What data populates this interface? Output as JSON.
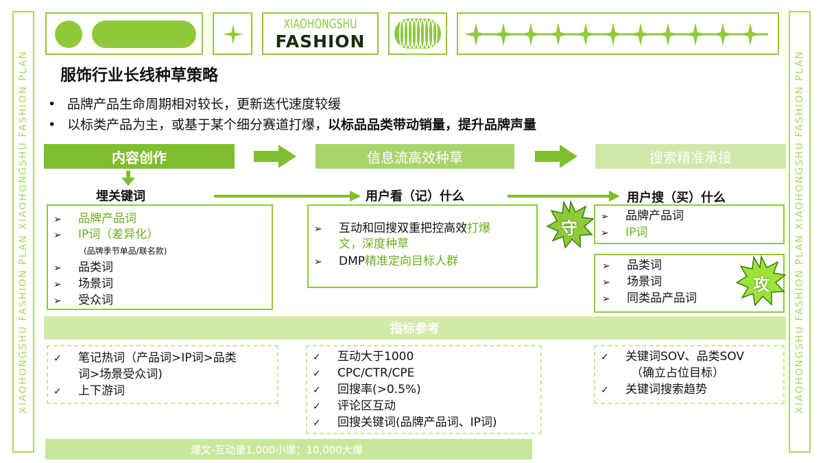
{
  "side": {
    "left_text": "XIAOHONGSHU FASHION PLAN XIAOHONGSHU FASHION PLAN",
    "right_text": "XIAOHONGSHU FASHION PLAN XIAOHONGSHU FASHION PLAN"
  },
  "header": {
    "logo_top": "XIAOHONGSHU",
    "logo_bottom": "FASHION"
  },
  "title": "服饰行业长线种草策略",
  "bullets": [
    {
      "marker": "•",
      "text": "品牌产品生命周期相对较长，更新迭代速度较缓"
    },
    {
      "marker": "•",
      "text_normal": "以标类产品为主，或基于某个细分赛道打爆，",
      "text_bold": "以标品品类带动销量，提升品牌声量"
    }
  ],
  "stages": [
    "内容创作",
    "信息流高效种草",
    "搜索精准承接"
  ],
  "subheads": [
    "埋关键词",
    "用户看（记）什么",
    "用户搜（买）什么"
  ],
  "col1_items": [
    {
      "marker": "➢",
      "text": "品牌产品词"
    },
    {
      "marker": "➢",
      "text_a": "IP词",
      "text_b": "（差异化）"
    },
    {
      "marker": "",
      "text": "(品牌季节单品/联名款)"
    },
    {
      "marker": "➢",
      "text": "品类词"
    },
    {
      "marker": "➢",
      "text": "场景词"
    },
    {
      "marker": "➢",
      "text": "受众词"
    }
  ],
  "col2_items": [
    {
      "marker": "➢",
      "text_a": "互动和回搜双重把控高效",
      "text_b": "打爆",
      "text_c": "文，深度种草"
    },
    {
      "marker": "➢",
      "text_a": "DMP",
      "text_b": "精准定向目标人群"
    }
  ],
  "col3_top_items": [
    {
      "marker": "➢",
      "text": "品牌产品词"
    },
    {
      "marker": "➢",
      "text": "IP词"
    }
  ],
  "col3_bottom_items": [
    {
      "marker": "➢",
      "text": "品类词"
    },
    {
      "marker": "➢",
      "text": "场景词"
    },
    {
      "marker": "➢",
      "text": "同类品产品词"
    }
  ],
  "badges": {
    "defend": "守",
    "attack": "攻"
  },
  "metrics_bar": "指标参考",
  "metric1": [
    {
      "marker": "✓",
      "text": "笔记热词（产品词>IP词>品类"
    },
    {
      "marker": "",
      "text": "词>场景受众词)"
    },
    {
      "marker": "✓",
      "text": "上下游词"
    }
  ],
  "metric2": [
    {
      "marker": "✓",
      "text": "互动大于1000"
    },
    {
      "marker": "✓",
      "text": "CPC/CTR/CPE"
    },
    {
      "marker": "✓",
      "text": "回搜率(>0.5%)"
    },
    {
      "marker": "✓",
      "text": "评论区互动"
    },
    {
      "marker": "✓",
      "text": "回搜关键词(品牌产品词、IP词)"
    }
  ],
  "metric3": [
    {
      "marker": "✓",
      "text": "关键词SOV、品类SOV"
    },
    {
      "marker": "",
      "text": "（确立占位目标）"
    },
    {
      "marker": "✓",
      "text": "关键词搜索趋势"
    }
  ],
  "footer_note": "爆文-互动量1,000小爆；10,000大爆",
  "colors": {
    "accent": "#8fc93a",
    "accent_light": "#c9e79c",
    "highlight": "#6dad1f"
  }
}
